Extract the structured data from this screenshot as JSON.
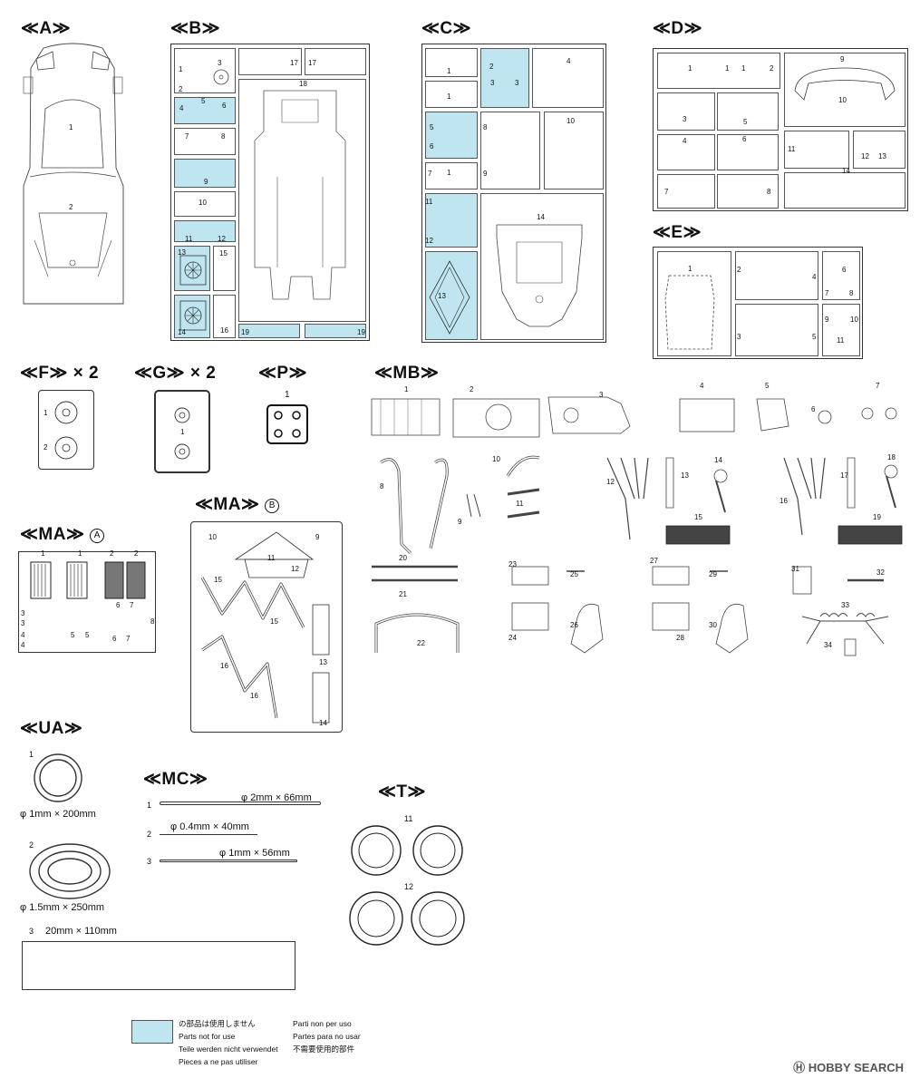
{
  "sections": {
    "A": {
      "title": "≪A≫",
      "parts": [
        "1",
        "2"
      ]
    },
    "B": {
      "title": "≪B≫",
      "parts": [
        "1",
        "2",
        "3",
        "4",
        "5",
        "6",
        "7",
        "8",
        "9",
        "10",
        "11",
        "12",
        "13",
        "14",
        "15",
        "16",
        "17",
        "17",
        "18",
        "19",
        "19"
      ]
    },
    "C": {
      "title": "≪C≫",
      "parts": [
        "1",
        "1",
        "1",
        "2",
        "3",
        "3",
        "4",
        "5",
        "6",
        "7",
        "8",
        "9",
        "10",
        "11",
        "12",
        "13",
        "14"
      ]
    },
    "D": {
      "title": "≪D≫",
      "parts": [
        "1",
        "1",
        "1",
        "2",
        "3",
        "4",
        "5",
        "6",
        "7",
        "8",
        "9",
        "10",
        "11",
        "12",
        "13",
        "14"
      ]
    },
    "E": {
      "title": "≪E≫",
      "parts": [
        "1",
        "2",
        "3",
        "4",
        "5",
        "6",
        "7",
        "8",
        "9",
        "10",
        "11"
      ]
    },
    "F": {
      "title": "≪F≫",
      "multiplier": "× 2",
      "parts": [
        "1",
        "2"
      ]
    },
    "G": {
      "title": "≪G≫",
      "multiplier": "× 2",
      "parts": [
        "1"
      ]
    },
    "P": {
      "title": "≪P≫",
      "parts": [
        "1"
      ]
    },
    "MB": {
      "title": "≪MB≫",
      "parts": [
        "1",
        "2",
        "3",
        "4",
        "5",
        "6",
        "7",
        "8",
        "9",
        "10",
        "11",
        "12",
        "13",
        "14",
        "15",
        "16",
        "17",
        "18",
        "19",
        "20",
        "21",
        "22",
        "23",
        "24",
        "25",
        "26",
        "27",
        "28",
        "29",
        "30",
        "31",
        "32",
        "33",
        "34"
      ]
    },
    "MA_A": {
      "title": "≪MA≫",
      "badge": "A",
      "parts": [
        "1",
        "1",
        "2",
        "2",
        "3",
        "3",
        "4",
        "4",
        "5",
        "5",
        "6",
        "6",
        "7",
        "7",
        "8"
      ]
    },
    "MA_B": {
      "title": "≪MA≫",
      "badge": "B",
      "parts": [
        "9",
        "10",
        "11",
        "12",
        "13",
        "14",
        "15",
        "15",
        "16",
        "16"
      ]
    },
    "UA": {
      "title": "≪UA≫",
      "items": [
        {
          "num": "1",
          "spec": "φ 1mm × 200mm"
        },
        {
          "num": "2",
          "spec": "φ 1.5mm × 250mm"
        },
        {
          "num": "3",
          "spec": "20mm × 110mm"
        }
      ]
    },
    "MC": {
      "title": "≪MC≫",
      "items": [
        {
          "num": "1",
          "spec": "φ 2mm × 66mm"
        },
        {
          "num": "2",
          "spec": "φ 0.4mm × 40mm"
        },
        {
          "num": "3",
          "spec": "φ 1mm × 56mm"
        }
      ]
    },
    "T": {
      "title": "≪T≫",
      "parts": [
        "11",
        "12"
      ]
    }
  },
  "legend": {
    "color": "#bfe6f0",
    "lines_left": [
      "の部品は使用しません",
      "Parts not for use",
      "Teile werden nicht verwendet",
      "Pieces a ne pas utiliser"
    ],
    "lines_right": [
      "Parti non per uso",
      "Partes para no usar",
      "不需要使用的部件"
    ]
  },
  "watermark": "HOBBY SEARCH"
}
